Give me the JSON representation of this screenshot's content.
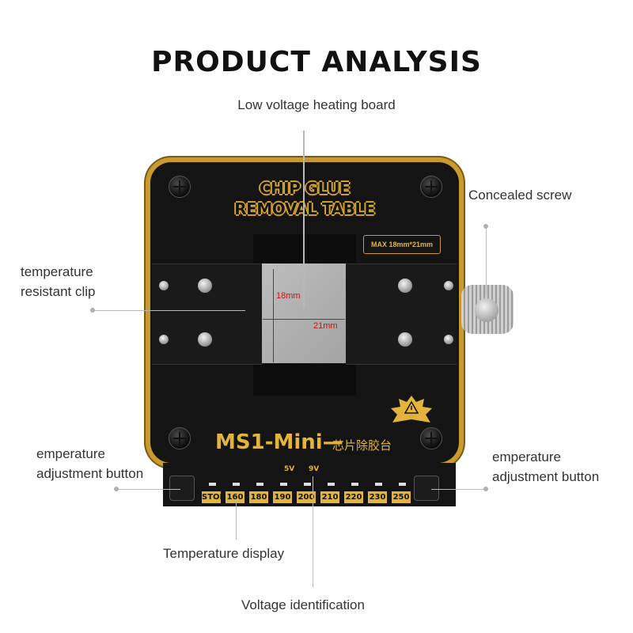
{
  "title": "PRODUCT ANALYSIS",
  "callouts": {
    "heating_board": "Low voltage heating board",
    "concealed_screw": "Concealed screw",
    "clip_line1": "temperature",
    "clip_line2": "resistant clip",
    "left_button_line1": "emperature",
    "left_button_line2": "adjustment button",
    "right_button_line1": "emperature",
    "right_button_line2": "adjustment button",
    "temperature_display": "Temperature display",
    "voltage_identification": "Voltage identification"
  },
  "device": {
    "name_line1": "CHIP GLUE",
    "name_line2": "REMOVAL TABLE",
    "max_size": "MAX 18mm*21mm",
    "dim_height": "18mm",
    "dim_width": "21mm",
    "model": "MS1-Mini—",
    "model_cn": "芯片除胶台",
    "voltages": [
      "5V",
      "9V"
    ],
    "temps": [
      "STOP",
      "160",
      "180",
      "190",
      "200",
      "210",
      "220",
      "230",
      "250"
    ]
  },
  "colors": {
    "gold": "#e2b43c",
    "body": "#141414",
    "dimension": "#c01818"
  }
}
